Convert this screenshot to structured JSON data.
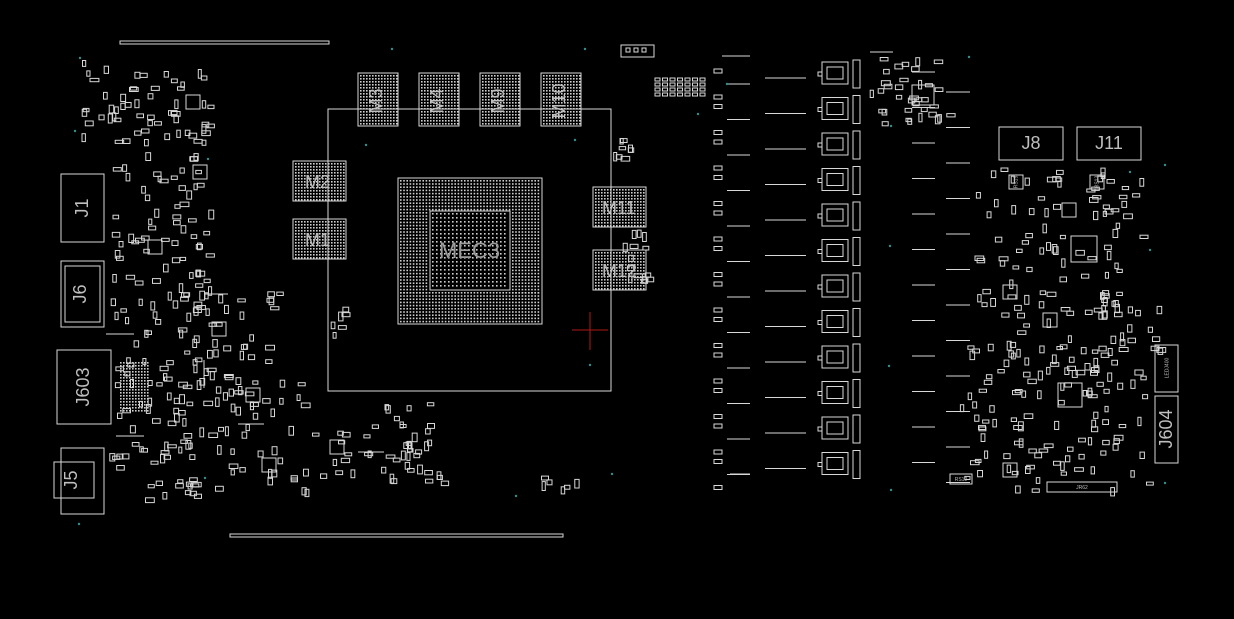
{
  "board": {
    "gpu_label": "MEC3",
    "memory_chips": [
      "M3",
      "M4",
      "M9",
      "M10",
      "M2",
      "M1",
      "M11",
      "M12"
    ],
    "connectors": [
      "J1",
      "J6",
      "J603",
      "J5",
      "J8",
      "J11",
      "J604"
    ],
    "small_labels": [
      "LEDJ400",
      "JR62",
      "RS15",
      "RS13",
      "RS12"
    ]
  },
  "colors": {
    "background": "#000000",
    "trace": "#d8d8d8",
    "label": "#9a9a9a",
    "marker": "#b01818",
    "dot": "#2f8f8f"
  }
}
